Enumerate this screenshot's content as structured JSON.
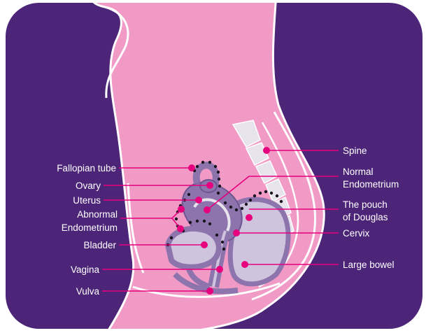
{
  "colors": {
    "background": "#ffffff",
    "panel": "#4c2478",
    "body": "#f19ac6",
    "outline": "#ffffff",
    "organ": "#8d74ad",
    "organ_inner": "#cfc4dd",
    "bone": "#e8e4ee",
    "marker": "#e6007e",
    "endometriosis_dots": "#1a1320",
    "label_text": "#ffffff"
  },
  "labels": {
    "fallopian_tube": "Fallopian tube",
    "ovary": "Ovary",
    "uterus": "Uterus",
    "abnormal_endometrium_1": "Abnormal",
    "abnormal_endometrium_2": "Endometrium",
    "bladder": "Bladder",
    "vagina": "Vagina",
    "vulva": "Vulva",
    "spine": "Spine",
    "normal_endometrium_1": "Normal",
    "normal_endometrium_2": "Endometrium",
    "pouch_of_douglas_1": "The pouch",
    "pouch_of_douglas_2": "of Douglas",
    "cervix": "Cervix",
    "large_bowel": "Large bowel"
  }
}
